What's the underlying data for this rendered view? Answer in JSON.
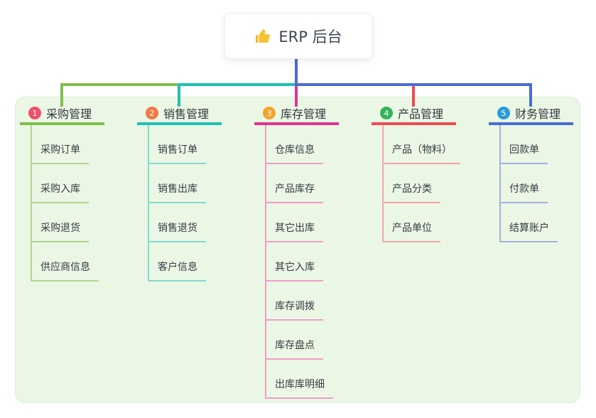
{
  "root": {
    "title": "ERP 后台",
    "icon": "thumbs-up-icon",
    "icon_color": "#f2b636"
  },
  "branches": [
    {
      "index": "1",
      "label": "采购管理",
      "badge_color": "#f0506a",
      "line_color": "#7ebf4b",
      "child_line_color": "#b0d68e",
      "children": [
        "采购订单",
        "采购入库",
        "采购退货",
        "供应商信息"
      ]
    },
    {
      "index": "2",
      "label": "销售管理",
      "badge_color": "#ef7b45",
      "line_color": "#1fc0b3",
      "child_line_color": "#84d9d0",
      "children": [
        "销售订单",
        "销售出库",
        "销售退货",
        "客户信息"
      ]
    },
    {
      "index": "3",
      "label": "库存管理",
      "badge_color": "#f2a52d",
      "line_color": "#e03494",
      "child_line_color": "#f09cc9",
      "children": [
        "仓库信息",
        "产品库存",
        "其它出库",
        "其它入库",
        "库存调拨",
        "库存盘点",
        "出库库明细"
      ]
    },
    {
      "index": "4",
      "label": "产品管理",
      "badge_color": "#33b45c",
      "line_color": "#ee4b55",
      "child_line_color": "#f7a3a7",
      "children": [
        "产品（物料）",
        "产品分类",
        "产品单位"
      ]
    },
    {
      "index": "5",
      "label": "财务管理",
      "badge_color": "#2b9cd8",
      "line_color": "#4a6bd4",
      "child_line_color": "#a2afdf",
      "children": [
        "回款单",
        "付款单",
        "结算账户"
      ]
    }
  ],
  "colors": {
    "panel_background": "#ebf7e5",
    "panel_border": "#dceed5",
    "root_text": "#3d4756",
    "node_text": "#363b43"
  }
}
